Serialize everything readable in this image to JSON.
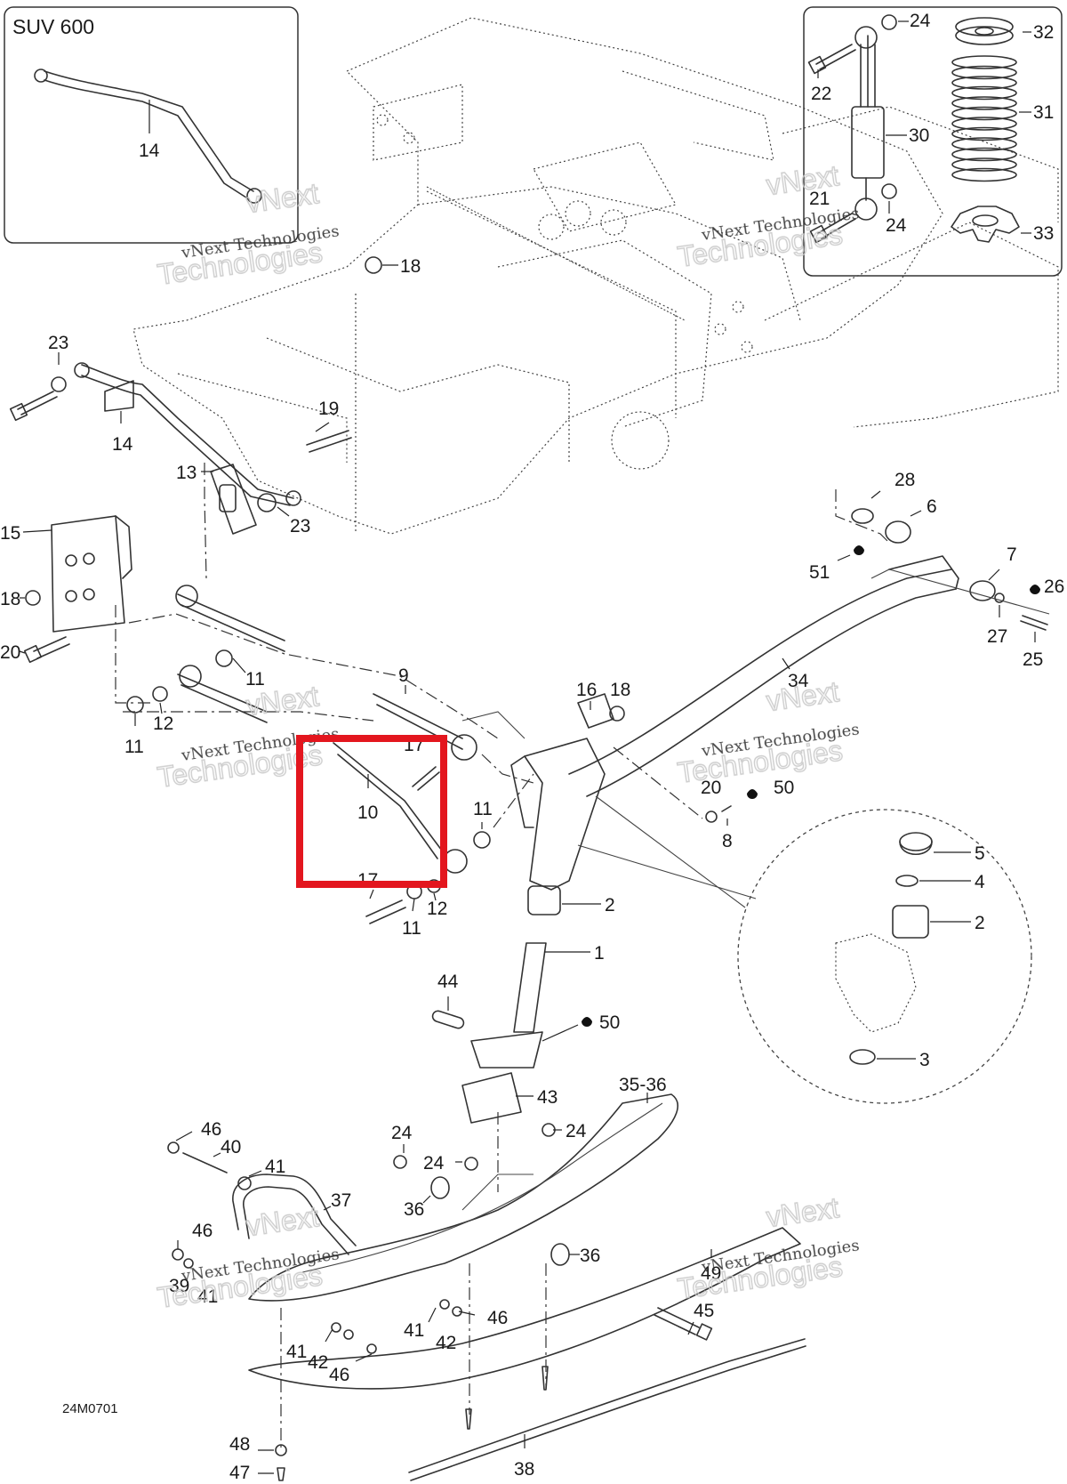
{
  "inset_topleft": {
    "title": "SUV 600",
    "callouts": [
      "14"
    ]
  },
  "inset_topright": {
    "callouts": [
      "24",
      "32",
      "22",
      "31",
      "30",
      "21",
      "24",
      "33"
    ]
  },
  "main_callouts": [
    "18",
    "23",
    "14",
    "19",
    "13",
    "23",
    "15",
    "18",
    "20",
    "11",
    "12",
    "11",
    "9",
    "17",
    "10",
    "17",
    "11",
    "12",
    "11",
    "16",
    "18",
    "28",
    "6",
    "51",
    "7",
    "26",
    "27",
    "25",
    "34",
    "20",
    "50",
    "8",
    "5",
    "4",
    "2",
    "2",
    "1",
    "44",
    "50",
    "3",
    "43",
    "35-36",
    "24",
    "24",
    "24",
    "36",
    "46",
    "40",
    "41",
    "37",
    "36",
    "49",
    "46",
    "39",
    "41",
    "45",
    "41",
    "42",
    "46",
    "41",
    "42",
    "46",
    "48",
    "47",
    "38"
  ],
  "drawing_code": "24M0701",
  "watermark": {
    "line1": "vNext Technologies",
    "outline": "vNext",
    "outline2": "Technologies"
  },
  "highlight": {
    "color": "#e3161e",
    "target_callout": "10"
  }
}
